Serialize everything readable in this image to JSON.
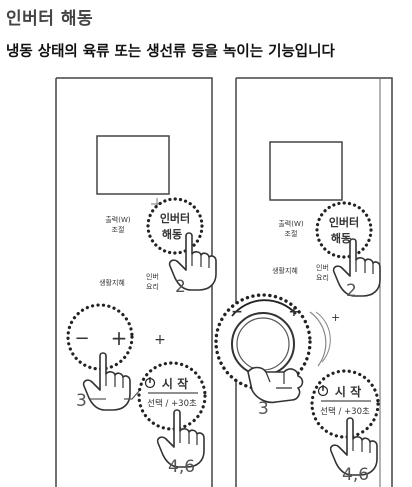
{
  "title": "인버터 해동",
  "subtitle": "냉동 상태의 육류 또는 생선류 등을 녹이는 기능입니다",
  "left_panel": {
    "output_label_1": "출력(W)",
    "output_label_2": "조절",
    "life_label": "생활지혜",
    "inverter_partial_1": "인버",
    "inverter_partial_2": "요리",
    "inverter_btn_line1": "인버터",
    "inverter_btn_line2": "해동",
    "plus_sign": "+",
    "minus_btn": "−",
    "plus_btn": "+",
    "start_label": "시 작",
    "start_sub": "선택 / +30초",
    "step_2": "2",
    "step_3": "3",
    "step_46": "4,6"
  },
  "right_panel": {
    "output_label_1": "출력(W)",
    "output_label_2": "조절",
    "life_label": "생활지혜",
    "inverter_partial_1": "인버",
    "inverter_partial_2": "요리",
    "inverter_btn_line1": "인버터",
    "inverter_btn_line2": "해동",
    "dial_minus": "−",
    "dial_plus": "+",
    "dial_plus_outer": "+",
    "start_label": "시 작",
    "start_sub": "선택 / +30초",
    "step_2": "2",
    "step_3": "3",
    "step_46": "4,6"
  }
}
